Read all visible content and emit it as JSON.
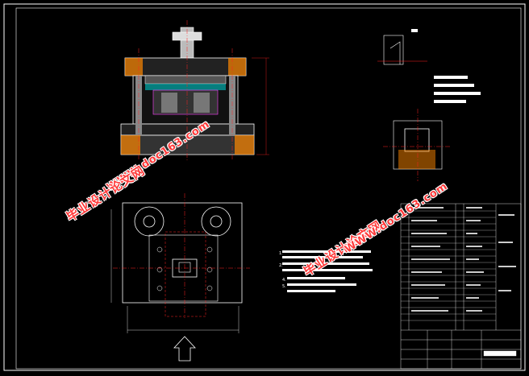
{
  "drawing": {
    "background": "#000000",
    "line_color": "#ffffff",
    "centerline_color": "#ff2020",
    "dimension_color": "#ff2020",
    "accent_cyan": "#00c8c8",
    "accent_magenta": "#ff40ff",
    "accent_green": "#20e020"
  },
  "watermarks": {
    "cn_text": "毕业设计论文网",
    "url_text": "WWW.doc163.com"
  },
  "notes": {
    "line1": "1.",
    "line2": "2.",
    "line3": "4.",
    "line4": "5."
  }
}
